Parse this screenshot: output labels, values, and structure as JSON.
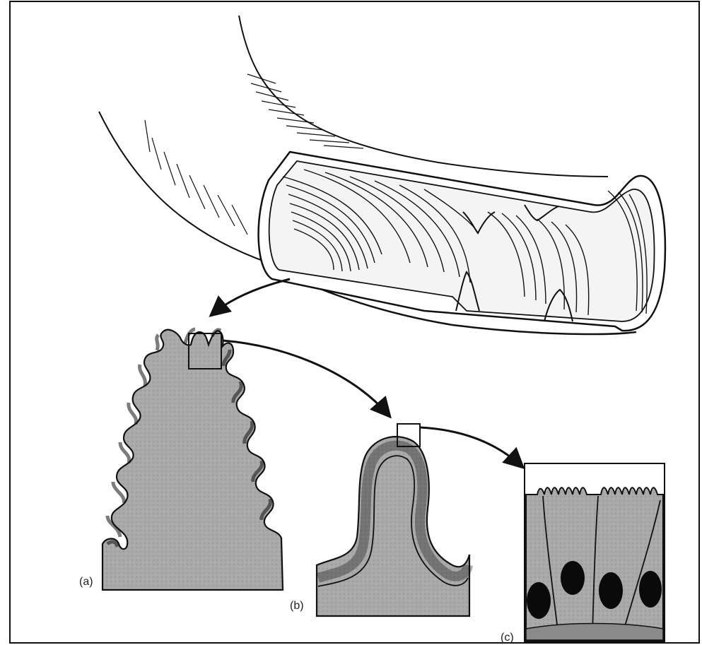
{
  "labels": {
    "a": "(a)",
    "b": "(b)",
    "c": "(c)"
  },
  "colors": {
    "ink": "#111111",
    "tissue": "#a9a9a9",
    "nucleus": "#0a0a0a",
    "paper": "#ffffff"
  },
  "panels": [
    {
      "id": "intestine-cutaway",
      "zoom_target": "panel-a"
    },
    {
      "id": "panel-a",
      "zoom_target": "panel-b"
    },
    {
      "id": "panel-b",
      "zoom_target": "panel-c"
    },
    {
      "id": "panel-c",
      "zoom_target": ""
    }
  ]
}
